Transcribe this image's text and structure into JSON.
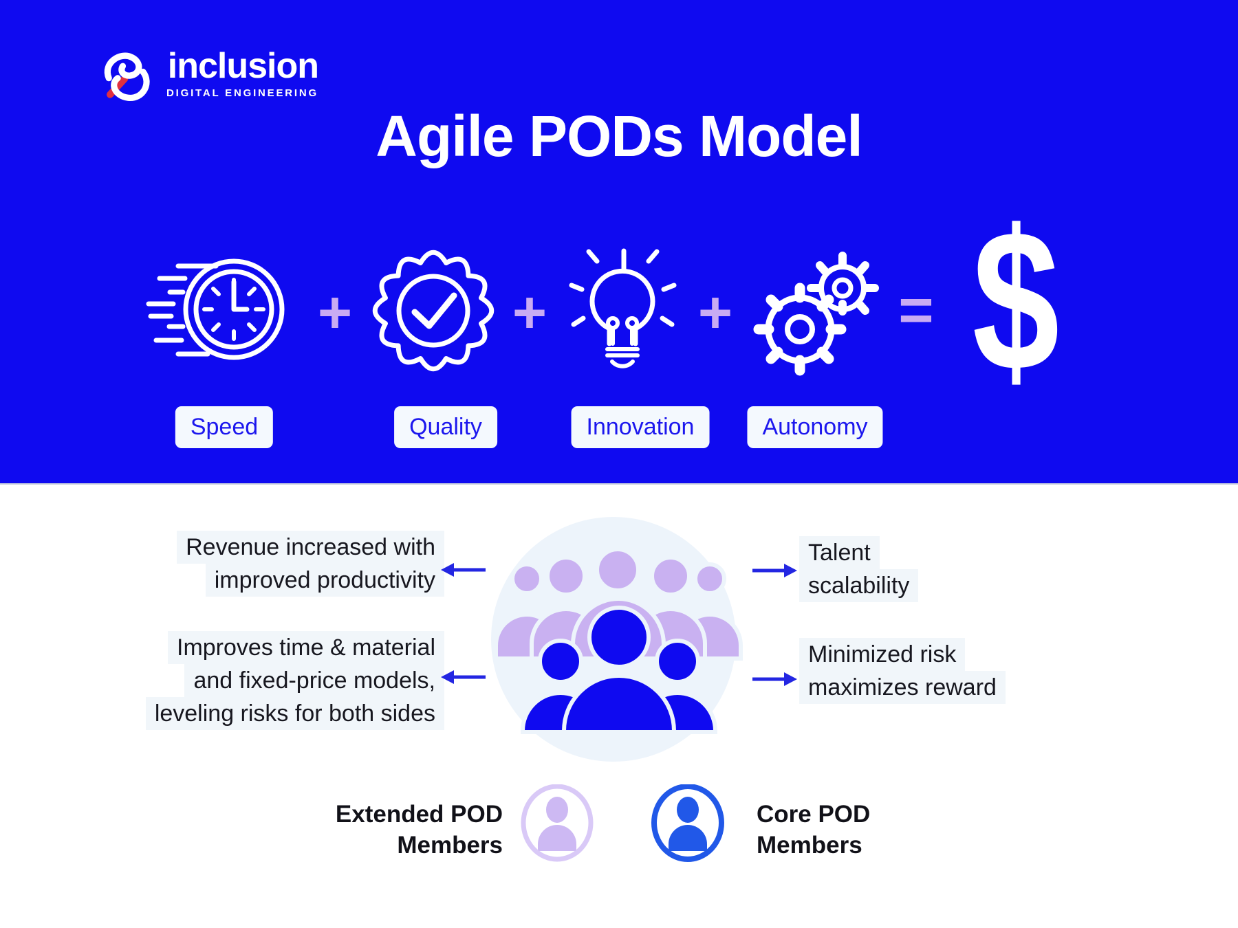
{
  "brand": {
    "name": "inclusion",
    "tagline": "DIGITAL ENGINEERING"
  },
  "title": "Agile PODs Model",
  "formula": {
    "plus_symbol": "+",
    "equals_symbol": "=",
    "result_symbol": "$",
    "items": [
      {
        "label": "Speed",
        "icon": "speed-clock-icon"
      },
      {
        "label": "Quality",
        "icon": "quality-badge-icon"
      },
      {
        "label": "Innovation",
        "icon": "innovation-lightbulb-icon"
      },
      {
        "label": "Autonomy",
        "icon": "autonomy-gears-icon"
      }
    ]
  },
  "benefits": [
    {
      "side": "left",
      "lines": [
        "Revenue increased with",
        "improved productivity"
      ]
    },
    {
      "side": "left",
      "lines": [
        "Improves time & material",
        "and fixed-price models,",
        "leveling risks for both sides"
      ]
    },
    {
      "side": "right",
      "lines": [
        "Talent",
        "scalability"
      ]
    },
    {
      "side": "right",
      "lines": [
        "Minimized risk",
        "maximizes reward"
      ]
    }
  ],
  "legend": [
    {
      "lines": [
        "Extended POD",
        "Members"
      ],
      "icon": "extended-member-icon",
      "color": "#cdb9f3"
    },
    {
      "lines": [
        "Core POD",
        "Members"
      ],
      "icon": "core-member-icon",
      "color": "#2158e8"
    }
  ],
  "colors": {
    "hero_background": "#0f0af0",
    "operator_lavender": "#c9abf3",
    "icon_white": "#ffffff",
    "logo_accent_red": "#e03040",
    "pill_background": "#f4f9fe",
    "pill_text": "#1c17ee",
    "benefit_background": "#f1f6fa",
    "benefit_text": "#17171f",
    "arrow_blue": "#2326e2",
    "people_circle_background": "#edf4fb",
    "extended_member_purple": "#c9b1f1",
    "core_member_blue": "#0f0af0"
  }
}
